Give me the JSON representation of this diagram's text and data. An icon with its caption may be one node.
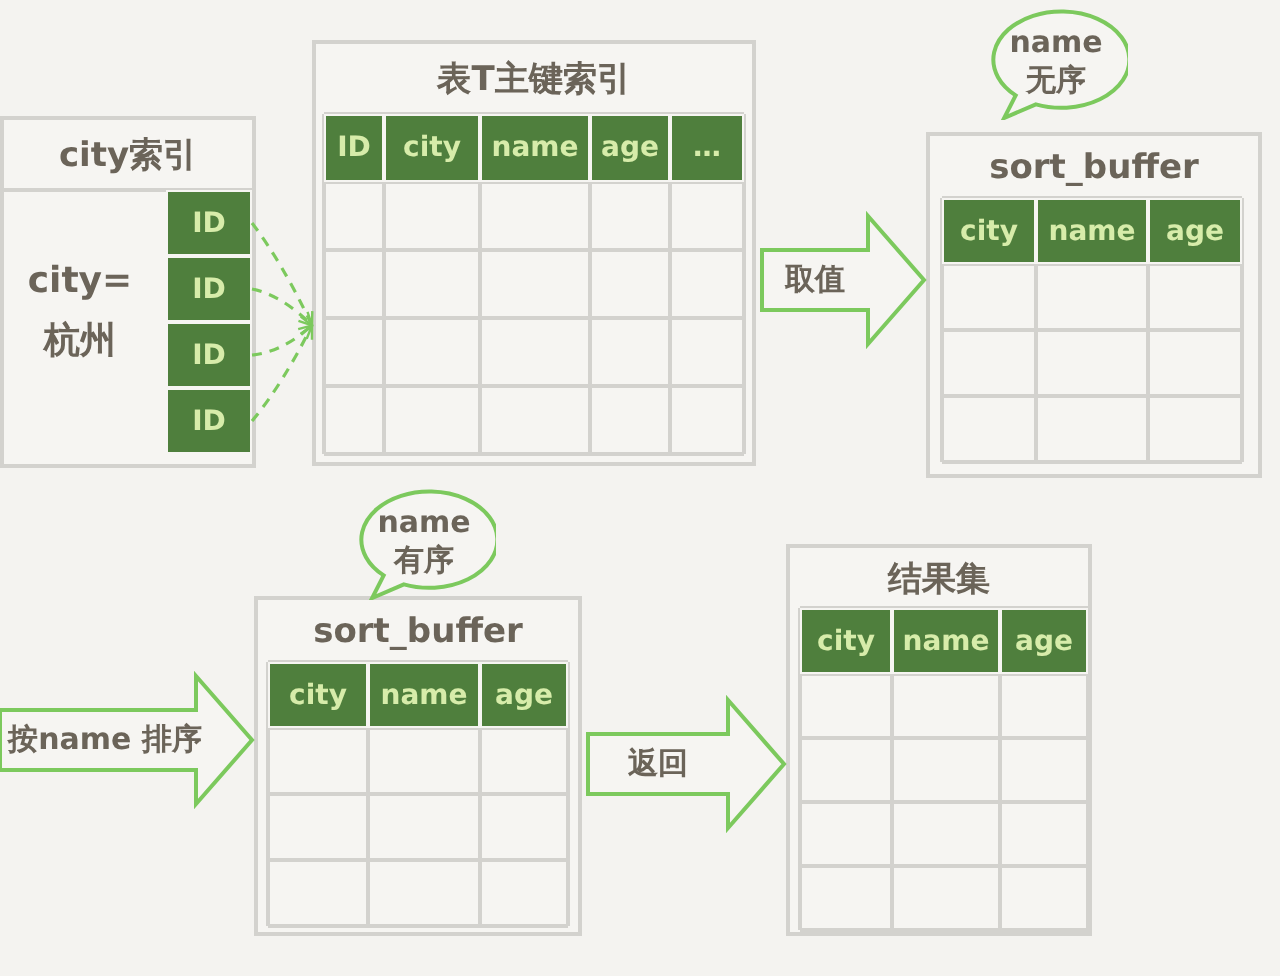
{
  "diagram": {
    "nodes": [
      {
        "text": [
          "city索引"
        ]
      },
      {
        "text": [
          "ID"
        ],
        "in": 0
      },
      {
        "text": [
          "ID"
        ],
        "in": 0
      },
      {
        "text": [
          "ID"
        ],
        "in": 0
      },
      {
        "text": [
          "ID"
        ],
        "in": 0
      },
      {
        "text": [
          "表T主键索引"
        ]
      },
      {
        "text": [
          "name 无序"
        ]
      },
      {
        "text": [
          "sort_buffer"
        ]
      },
      {
        "text": [
          "name 有序"
        ]
      },
      {
        "text": [
          "sort_buffer"
        ]
      },
      {
        "text": [
          "结果集"
        ]
      }
    ],
    "edges": [
      {
        "from": 1,
        "to": 5,
        "arrow": "to",
        "style": "dashed"
      },
      {
        "from": 2,
        "to": 5,
        "arrow": "to",
        "style": "dashed"
      },
      {
        "from": 3,
        "to": 5,
        "arrow": "to",
        "style": "dashed"
      },
      {
        "from": 4,
        "to": 5,
        "arrow": "to",
        "style": "dashed"
      },
      {
        "from": 5,
        "to": 7,
        "arrow": "to",
        "label": "取值",
        "style": "thick"
      },
      {
        "from": null,
        "to": 9,
        "arrow": "to",
        "label": "按name 排序",
        "style": "thick"
      },
      {
        "from": 9,
        "to": 10,
        "arrow": "to",
        "label": "返回",
        "style": "thick"
      }
    ],
    "labels": [
      "city= 杭州",
      "ID",
      "city",
      "name",
      "age",
      "…",
      "city",
      "name",
      "age",
      "city",
      "name",
      "age",
      "city",
      "name",
      "age"
    ]
  }
}
